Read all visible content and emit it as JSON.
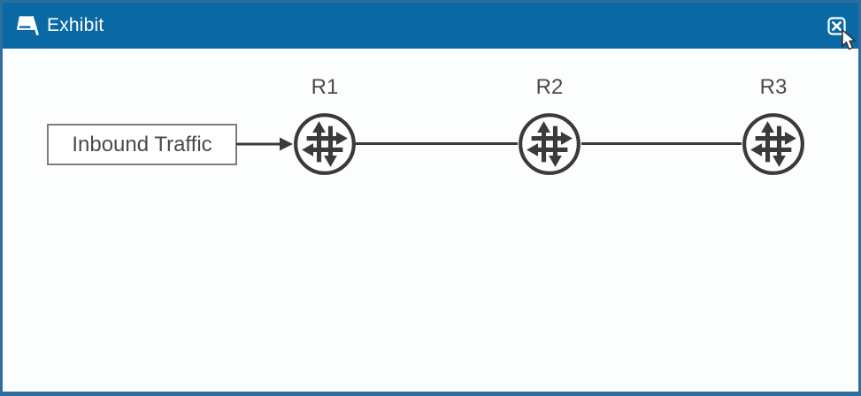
{
  "window": {
    "title": "Exhibit",
    "titlebar_color": "#0a69a4",
    "border_color": "#2d6e9e",
    "title_color": "#ffffff",
    "icons": {
      "titlebar_icon": "easel-icon",
      "close_icon": "close-icon"
    }
  },
  "diagram": {
    "source_box": {
      "label": "Inbound Traffic"
    },
    "routers": [
      {
        "label": "R1"
      },
      {
        "label": "R2"
      },
      {
        "label": "R3"
      }
    ],
    "links": [
      {
        "from": "R1",
        "to": "R2"
      },
      {
        "from": "R2",
        "to": "R3"
      }
    ],
    "stroke_color": "#3a3a3a",
    "label_color": "#4a4a4a",
    "router_icon": "juniper-router-icon",
    "arrow_icon": "arrow-right-icon"
  }
}
